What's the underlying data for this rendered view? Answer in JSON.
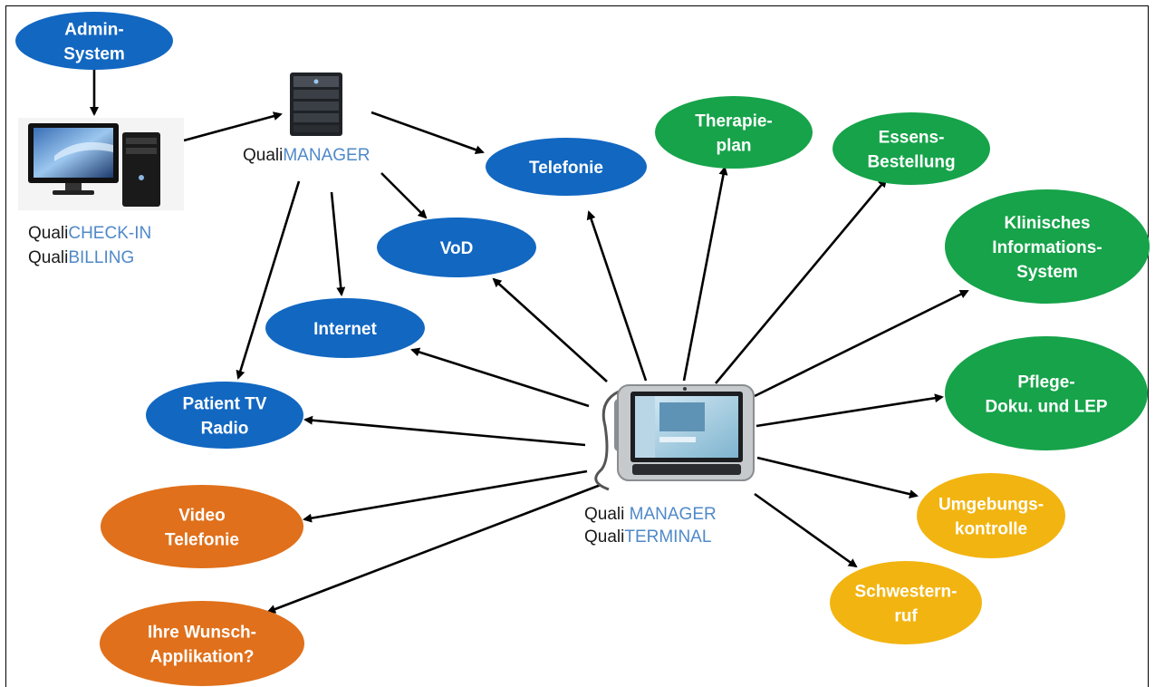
{
  "colors": {
    "blue": "#1267c1",
    "green": "#16a34a",
    "orange": "#e0701b",
    "yellow": "#f2b410",
    "caption_dark": "#1a1a1a",
    "caption_light": "#4f89c8"
  },
  "nodes": {
    "admin_system": {
      "lines": [
        "Admin-",
        "System"
      ],
      "color": "blue"
    },
    "telefonie": {
      "lines": [
        "Telefonie"
      ],
      "color": "blue"
    },
    "vod": {
      "lines": [
        "VoD"
      ],
      "color": "blue"
    },
    "internet": {
      "lines": [
        "Internet"
      ],
      "color": "blue"
    },
    "patient_tv": {
      "lines": [
        "Patient TV",
        "Radio"
      ],
      "color": "blue"
    },
    "therapieplan": {
      "lines": [
        "Therapie-",
        "plan"
      ],
      "color": "green"
    },
    "essensbestellung": {
      "lines": [
        "Essens-",
        "Bestellung"
      ],
      "color": "green"
    },
    "klinisches_is": {
      "lines": [
        "Klinisches",
        "Informations-",
        "System"
      ],
      "color": "green"
    },
    "pflege_doku": {
      "lines": [
        "Pflege-",
        "Doku. und LEP"
      ],
      "color": "green"
    },
    "umgebungskontrolle": {
      "lines": [
        "Umgebungs-",
        "kontrolle"
      ],
      "color": "yellow"
    },
    "schwesternruf": {
      "lines": [
        "Schwestern-",
        "ruf"
      ],
      "color": "yellow"
    },
    "video_telefonie": {
      "lines": [
        "Video",
        "Telefonie"
      ],
      "color": "orange"
    },
    "wunsch_app": {
      "lines": [
        "Ihre Wunsch-",
        "Applikation?"
      ],
      "color": "orange"
    }
  },
  "captions": {
    "server": [
      {
        "dark": "Quali",
        "light": "MANAGER"
      }
    ],
    "pc": [
      {
        "dark": "Quali",
        "light": "CHECK-IN"
      },
      {
        "dark": "Quali",
        "light": "BILLING"
      }
    ],
    "terminal": [
      {
        "dark": "Quali ",
        "light": "MANAGER"
      },
      {
        "dark": "Quali",
        "light": "TERMINAL"
      }
    ]
  },
  "devices": {
    "pc": "desktop-computer-icon",
    "server": "server-tower-icon",
    "terminal": "bedside-terminal-icon"
  }
}
